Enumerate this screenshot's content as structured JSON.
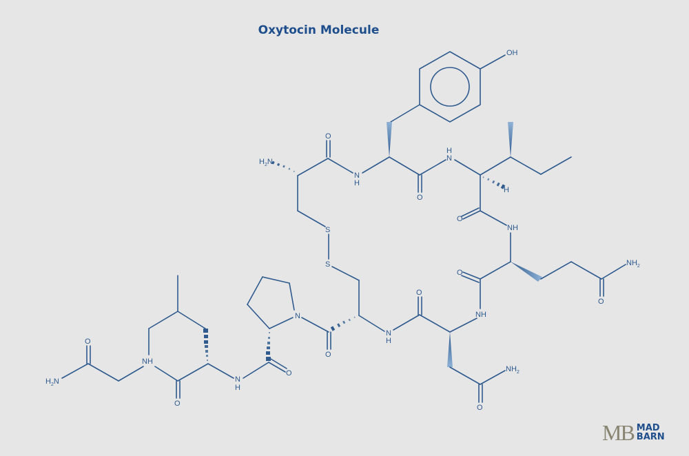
{
  "title": "Oxytocin Molecule",
  "colors": {
    "background": "#e6e6e6",
    "bond": "#2e5a8e",
    "title": "#1f4e8c",
    "logo_mb": "#8a8472",
    "logo_text": "#1f4e8c"
  },
  "labels": {
    "oh": "OH",
    "h2n_terminal": "H",
    "h2n_terminal_n": "N",
    "o": "O",
    "nh": "NH",
    "n": "N",
    "h": "H",
    "s": "S",
    "nh2": "NH",
    "sub2": "2"
  },
  "logo": {
    "mark": "MB",
    "line1": "MAD",
    "line2": "BARN"
  }
}
